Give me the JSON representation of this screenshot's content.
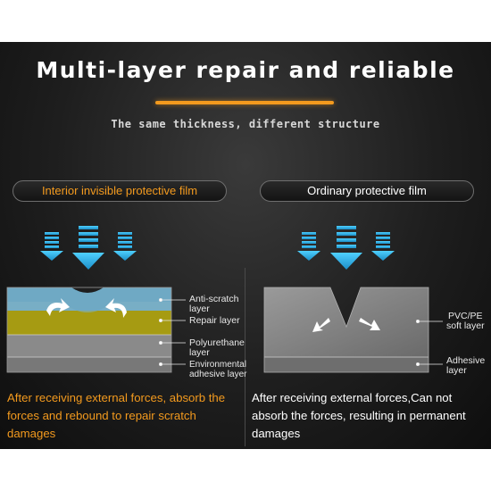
{
  "header": {
    "title": "Multi-layer repair and reliable",
    "subtitle": "The same thickness, different structure"
  },
  "left": {
    "heading": "Interior invisible protective film",
    "layers": [
      {
        "label": "Anti-scratch\nlayer",
        "color": "#6fa9c4"
      },
      {
        "label": "Repair layer",
        "color": "#a69b12"
      },
      {
        "label": "Polyurethane\nlayer",
        "color": "#8a8a8a"
      },
      {
        "label": "Environmental\nadhesive layer",
        "color": "#7a7a7a"
      }
    ],
    "description": "After receiving external forces, absorb the forces and rebound to repair scratch damages"
  },
  "right": {
    "heading": "Ordinary protective film",
    "layers": [
      {
        "label": "PVC/PE\nsoft layer"
      },
      {
        "label": "Adhesive\nlayer"
      }
    ],
    "description": "After receiving external forces,Can not absorb the forces, resulting in permanent damages"
  },
  "colors": {
    "accent": "#f39a1e",
    "arrow": "#25b6e8",
    "panel": "#1e1e1e"
  }
}
